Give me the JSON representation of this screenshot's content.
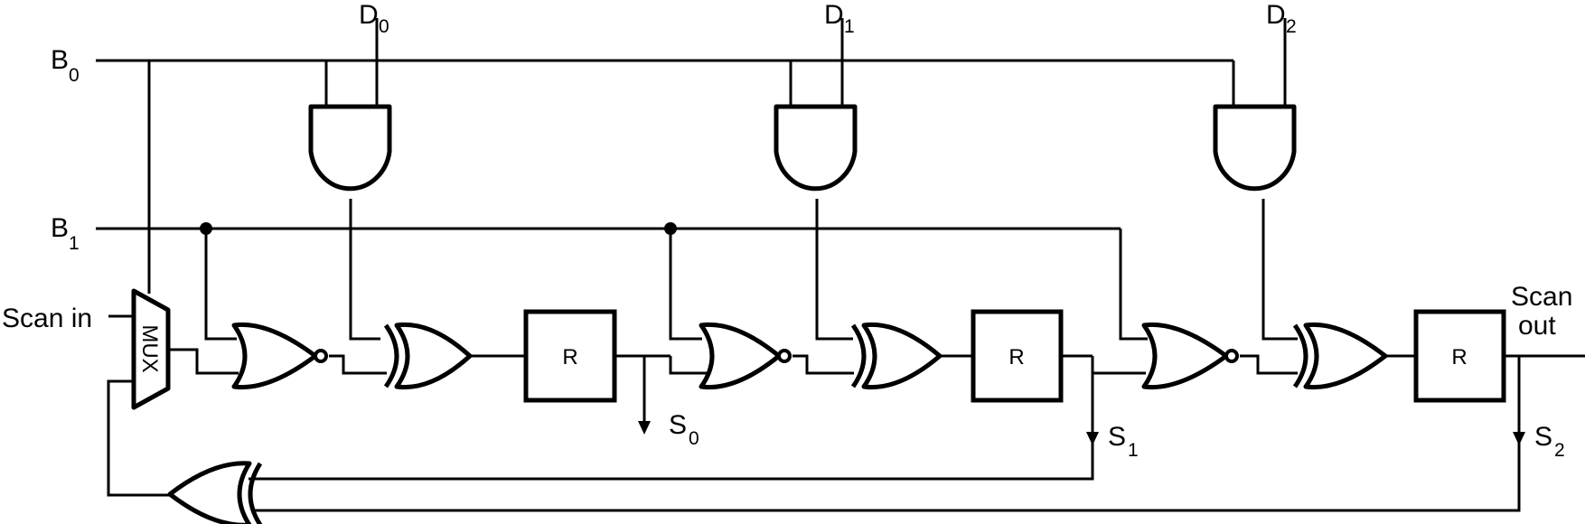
{
  "diagram": {
    "inputs": {
      "d": [
        {
          "main": "D",
          "sub": "0"
        },
        {
          "main": "D",
          "sub": "1"
        },
        {
          "main": "D",
          "sub": "2"
        }
      ],
      "b": [
        {
          "main": "B",
          "sub": "0"
        },
        {
          "main": "B",
          "sub": "1"
        }
      ],
      "scan_in": "Scan in"
    },
    "outputs": {
      "s": [
        {
          "main": "S",
          "sub": "0"
        },
        {
          "main": "S",
          "sub": "1"
        },
        {
          "main": "S",
          "sub": "2"
        }
      ],
      "scan_out_line1": "Scan",
      "scan_out_line2": "out"
    },
    "registers": [
      "R",
      "R",
      "R"
    ],
    "mux_label": "MUX"
  }
}
